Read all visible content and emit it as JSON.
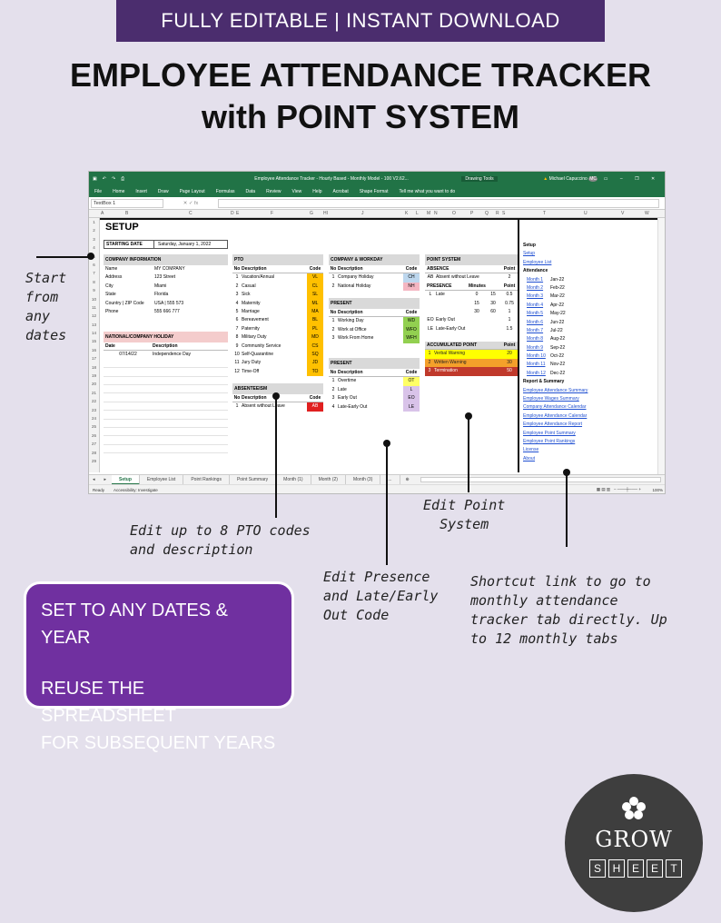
{
  "banner": "FULLY EDITABLE | INSTANT DOWNLOAD",
  "title_line1": "EMPLOYEE ATTENDANCE TRACKER",
  "title_line2": "with POINT SYSTEM",
  "excel": {
    "window_title": "Employee Attendance Tracker - Hourly Based - Monthly Model - 100 V2.62...",
    "drawing_tools": "Drawing Tools",
    "user": "Michael Capuccino",
    "user_initials": "MC",
    "ribbon_tabs": [
      "File",
      "Home",
      "Insert",
      "Draw",
      "Page Layout",
      "Formulas",
      "Data",
      "Review",
      "View",
      "Help",
      "Acrobat",
      "Shape Format",
      "Tell me what you want to do"
    ],
    "name_box": "TextBox 1",
    "columns": [
      "A",
      "B",
      "C",
      "D",
      "E",
      "F",
      "G",
      "H",
      "I",
      "J",
      "K",
      "L",
      "M",
      "N",
      "O",
      "P",
      "Q",
      "R",
      "S",
      "T",
      "U",
      "V",
      "W"
    ],
    "rows": [
      "1",
      "2",
      "3",
      "4",
      "5",
      "6",
      "7",
      "8",
      "9",
      "10",
      "11",
      "12",
      "13",
      "14",
      "15",
      "16",
      "17",
      "18",
      "19",
      "20",
      "21",
      "22",
      "23",
      "24",
      "25",
      "26",
      "27",
      "28",
      "29"
    ],
    "sheet_tabs": [
      "Setup",
      "Employee List",
      "Point Rankings",
      "Point Summary",
      "Month (1)",
      "Month (2)",
      "Month (3)",
      "..."
    ],
    "status_ready": "Ready",
    "status_access": "Accessibility: Investigate",
    "zoom": "100%"
  },
  "setup": {
    "title": "SETUP",
    "starting_date_label": "STARTING DATE",
    "starting_date_value": "Saturday, January 1, 2022",
    "company_info": {
      "header": "COMPANY INFORMATION",
      "rows": [
        {
          "k": "Name",
          "v": "MY COMPANY"
        },
        {
          "k": "Address",
          "v": "123 Street"
        },
        {
          "k": "City",
          "v": "Miami"
        },
        {
          "k": "State",
          "v": "Florida"
        },
        {
          "k": "Country | ZIP Code",
          "v": "USA | 555 573"
        },
        {
          "k": "Phone",
          "v": "555 666 777"
        }
      ]
    },
    "holiday": {
      "header": "NATIONAL/COMPANY HOLIDAY",
      "col_date": "Date",
      "col_desc": "Description",
      "rows": [
        {
          "date": "07/14/22",
          "desc": "Independence Day"
        }
      ]
    },
    "pto": {
      "header": "PTO",
      "col_no": "No",
      "col_desc": "Description",
      "col_code": "Code",
      "code_color": "#ffc000",
      "rows": [
        {
          "no": "1",
          "desc": "Vacation/Annual",
          "code": "VL"
        },
        {
          "no": "2",
          "desc": "Casual",
          "code": "CL"
        },
        {
          "no": "3",
          "desc": "Sick",
          "code": "SL"
        },
        {
          "no": "4",
          "desc": "Maternity",
          "code": "ML"
        },
        {
          "no": "5",
          "desc": "Marriage",
          "code": "MA"
        },
        {
          "no": "6",
          "desc": "Bereavement",
          "code": "BL"
        },
        {
          "no": "7",
          "desc": "Paternity",
          "code": "PL"
        },
        {
          "no": "8",
          "desc": "Military Duty",
          "code": "MD"
        },
        {
          "no": "9",
          "desc": "Community Service",
          "code": "CS"
        },
        {
          "no": "10",
          "desc": "Self-Quarantine",
          "code": "SQ"
        },
        {
          "no": "11",
          "desc": "Jury Duty",
          "code": "JD"
        },
        {
          "no": "12",
          "desc": "Time-Off",
          "code": "TO"
        }
      ]
    },
    "absenteeism": {
      "header": "ABSENTEEISM",
      "col_no": "No",
      "col_desc": "Description",
      "col_code": "Code",
      "rows": [
        {
          "no": "1",
          "desc": "Absent without Leave",
          "code": "AB",
          "color": "#e02020"
        }
      ]
    },
    "company_workday": {
      "header": "COMPANY & WORKDAY",
      "col_no": "No",
      "col_desc": "Description",
      "col_code": "Code",
      "rows": [
        {
          "no": "1",
          "desc": "Company Holiday",
          "code": "CH",
          "color": "#bdd7ee"
        },
        {
          "no": "2",
          "desc": "National Holiday",
          "code": "NH",
          "color": "#f4b6c2"
        }
      ]
    },
    "present1": {
      "header": "PRESENT",
      "col_no": "No",
      "col_desc": "Description",
      "col_code": "Code",
      "rows": [
        {
          "no": "1",
          "desc": "Working Day",
          "code": "WD",
          "color": "#92d050"
        },
        {
          "no": "2",
          "desc": "Work at Office",
          "code": "WFO",
          "color": "#92d050"
        },
        {
          "no": "3",
          "desc": "Work From Home",
          "code": "WFH",
          "color": "#92d050"
        }
      ]
    },
    "present2": {
      "header": "PRESENT",
      "col_no": "No",
      "col_desc": "Description",
      "col_code": "Code",
      "rows": [
        {
          "no": "1",
          "desc": "Overtime",
          "code": "OT",
          "color": "#ffff66"
        },
        {
          "no": "2",
          "desc": "Late",
          "code": "L",
          "color": "#d9c3e9"
        },
        {
          "no": "3",
          "desc": "Early Out",
          "code": "EO",
          "color": "#d9c3e9"
        },
        {
          "no": "4",
          "desc": "Late-Early Out",
          "code": "LE",
          "color": "#d9c3e9"
        }
      ]
    },
    "point_system": {
      "header": "POINT SYSTEM",
      "absence_label": "ABSENCE",
      "point_label": "Point",
      "absence_row": {
        "code": "AB",
        "desc": "Absent without Leave",
        "point": "2"
      },
      "presence_label": "PRESENCE",
      "minutes_label": "Minutes",
      "presence_rows": [
        {
          "code": "L",
          "desc": "Late",
          "from": "0",
          "to": "15",
          "point": "0.5"
        },
        {
          "code": "",
          "desc": "",
          "from": "15",
          "to": "30",
          "point": "0.75"
        },
        {
          "code": "",
          "desc": "",
          "from": "30",
          "to": "60",
          "point": "1"
        }
      ],
      "eo_rows": [
        {
          "code": "EO",
          "desc": "Early Out",
          "point": "1"
        },
        {
          "code": "LE",
          "desc": "Late-Early Out",
          "point": "1.5"
        }
      ]
    },
    "accumulated": {
      "header": "ACCUMULATED POINT",
      "point_label": "Point",
      "rows": [
        {
          "no": "1",
          "desc": "Verbal Warning",
          "point": "20",
          "color": "#ffff00",
          "text": "#222222"
        },
        {
          "no": "2",
          "desc": "Written Warning",
          "point": "30",
          "color": "#f4a02a",
          "text": "#222222"
        },
        {
          "no": "3",
          "desc": "Termination",
          "point": "50",
          "color": "#c0392b",
          "text": "#ffffff"
        }
      ]
    },
    "nav": {
      "setup_head": "Setup",
      "setup_link": "Setup",
      "employee_list": "Employee List",
      "attendance_head": "Attendance",
      "months": [
        {
          "label": "Month 1",
          "v": "Jan-22"
        },
        {
          "label": "Month 2",
          "v": "Feb-22"
        },
        {
          "label": "Month 3",
          "v": "Mar-22"
        },
        {
          "label": "Month 4",
          "v": "Apr-22"
        },
        {
          "label": "Month 5",
          "v": "May-22"
        },
        {
          "label": "Month 6",
          "v": "Jun-22"
        },
        {
          "label": "Month 7",
          "v": "Jul-22"
        },
        {
          "label": "Month 8",
          "v": "Aug-22"
        },
        {
          "label": "Month 9",
          "v": "Sep-22"
        },
        {
          "label": "Month 10",
          "v": "Oct-22"
        },
        {
          "label": "Month 11",
          "v": "Nov-22"
        },
        {
          "label": "Month 12",
          "v": "Dec-22"
        }
      ],
      "report_head": "Report & Summary",
      "reports": [
        "Employee Attendance Summary",
        "Employee Wages Summary",
        "Company Attendance Calendar",
        "Employee Attendance Calendar",
        "Employee Attendance Report",
        "Employee Point Summary",
        "Employee Point Rankings",
        "License",
        "About"
      ]
    }
  },
  "annotations": {
    "start": "Start\nfrom\nany\ndates",
    "pto": "Edit up to 8 PTO codes\nand description",
    "presence": "Edit Presence\nand Late/Early\nOut Code",
    "point": "Edit Point\nSystem",
    "shortcut": "Shortcut link to go to\nmonthly attendance\ntracker tab directly. Up\nto 12 monthly tabs"
  },
  "promo": {
    "line1": "SET TO ANY DATES & YEAR",
    "line2": "REUSE THE SPREADSHEET",
    "line3": "FOR SUBSEQUENT YEARS"
  },
  "logo": {
    "grow": "GROW",
    "sheet_letters": [
      "S",
      "H",
      "E",
      "E",
      "T"
    ]
  }
}
